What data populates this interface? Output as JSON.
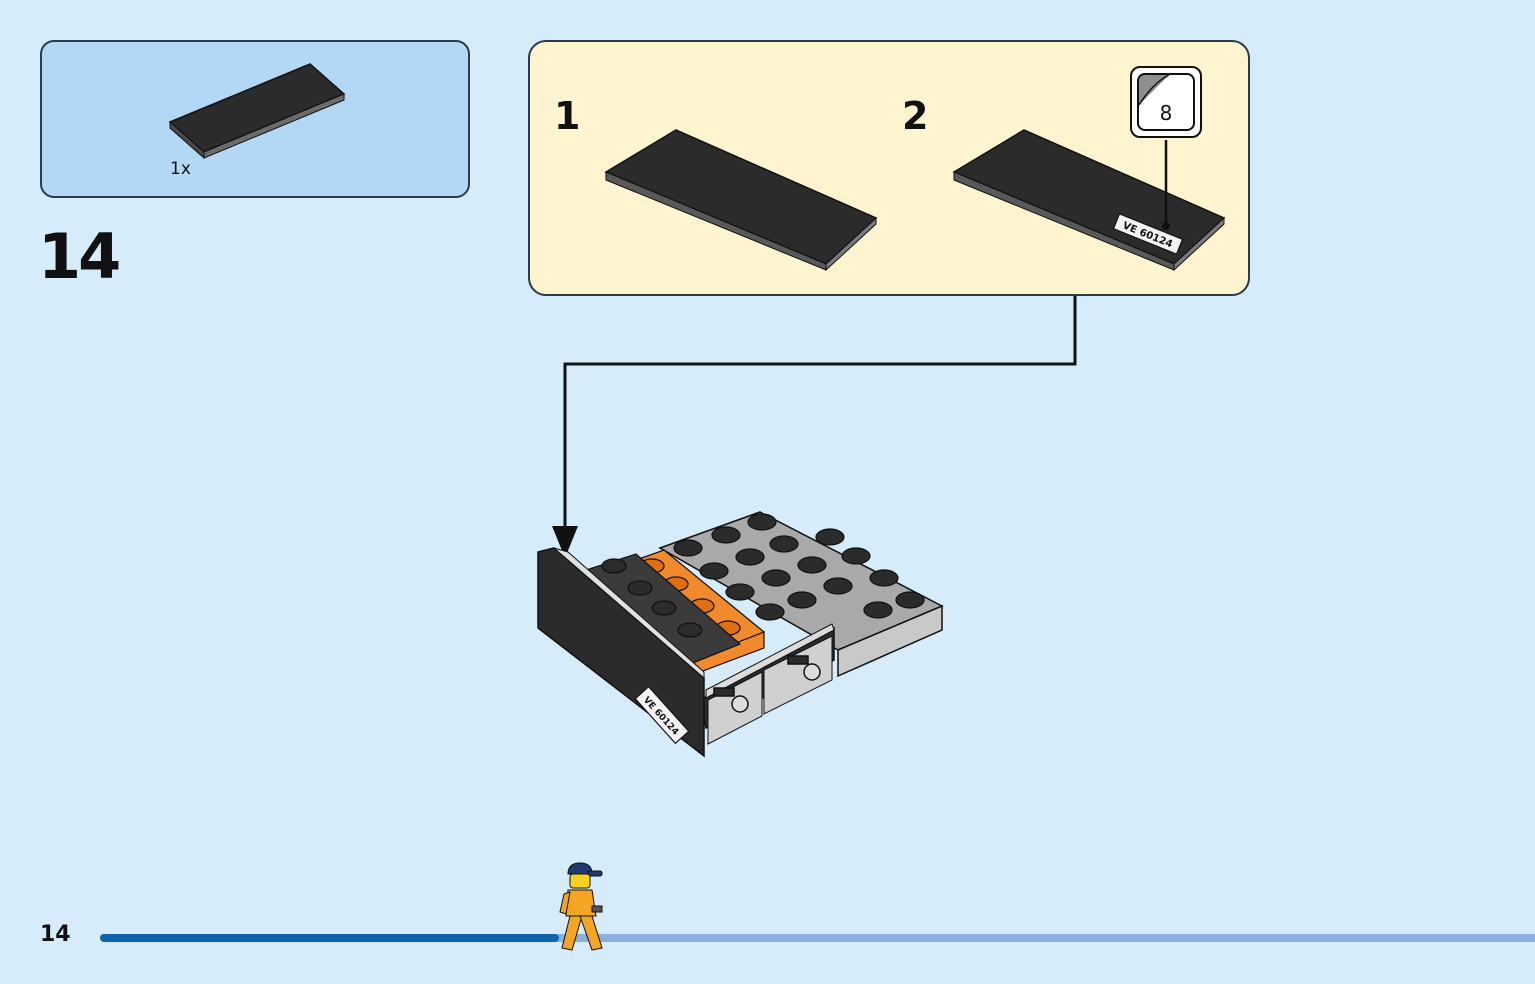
{
  "parts_list": {
    "items": [
      {
        "part": "tile-1x4-black",
        "quantity": "1x"
      }
    ]
  },
  "step": {
    "number": "14"
  },
  "sub_assembly": {
    "steps": [
      {
        "label": "1"
      },
      {
        "label": "2"
      }
    ],
    "sticker": {
      "sheet_number": "8",
      "text": "VE 60124"
    }
  },
  "footer": {
    "page_number": "14",
    "progress": 0.32
  },
  "colors": {
    "background": "#d6ecfb",
    "parts_box": "#b3d8f5",
    "sub_box": "#fef4d0",
    "brick_black": "#2b2b2b",
    "brick_gray": "#a9a9a9",
    "brick_orange": "#f08a2c",
    "progress_done": "#0e63ad",
    "progress_remaining": "#8aaedf"
  }
}
